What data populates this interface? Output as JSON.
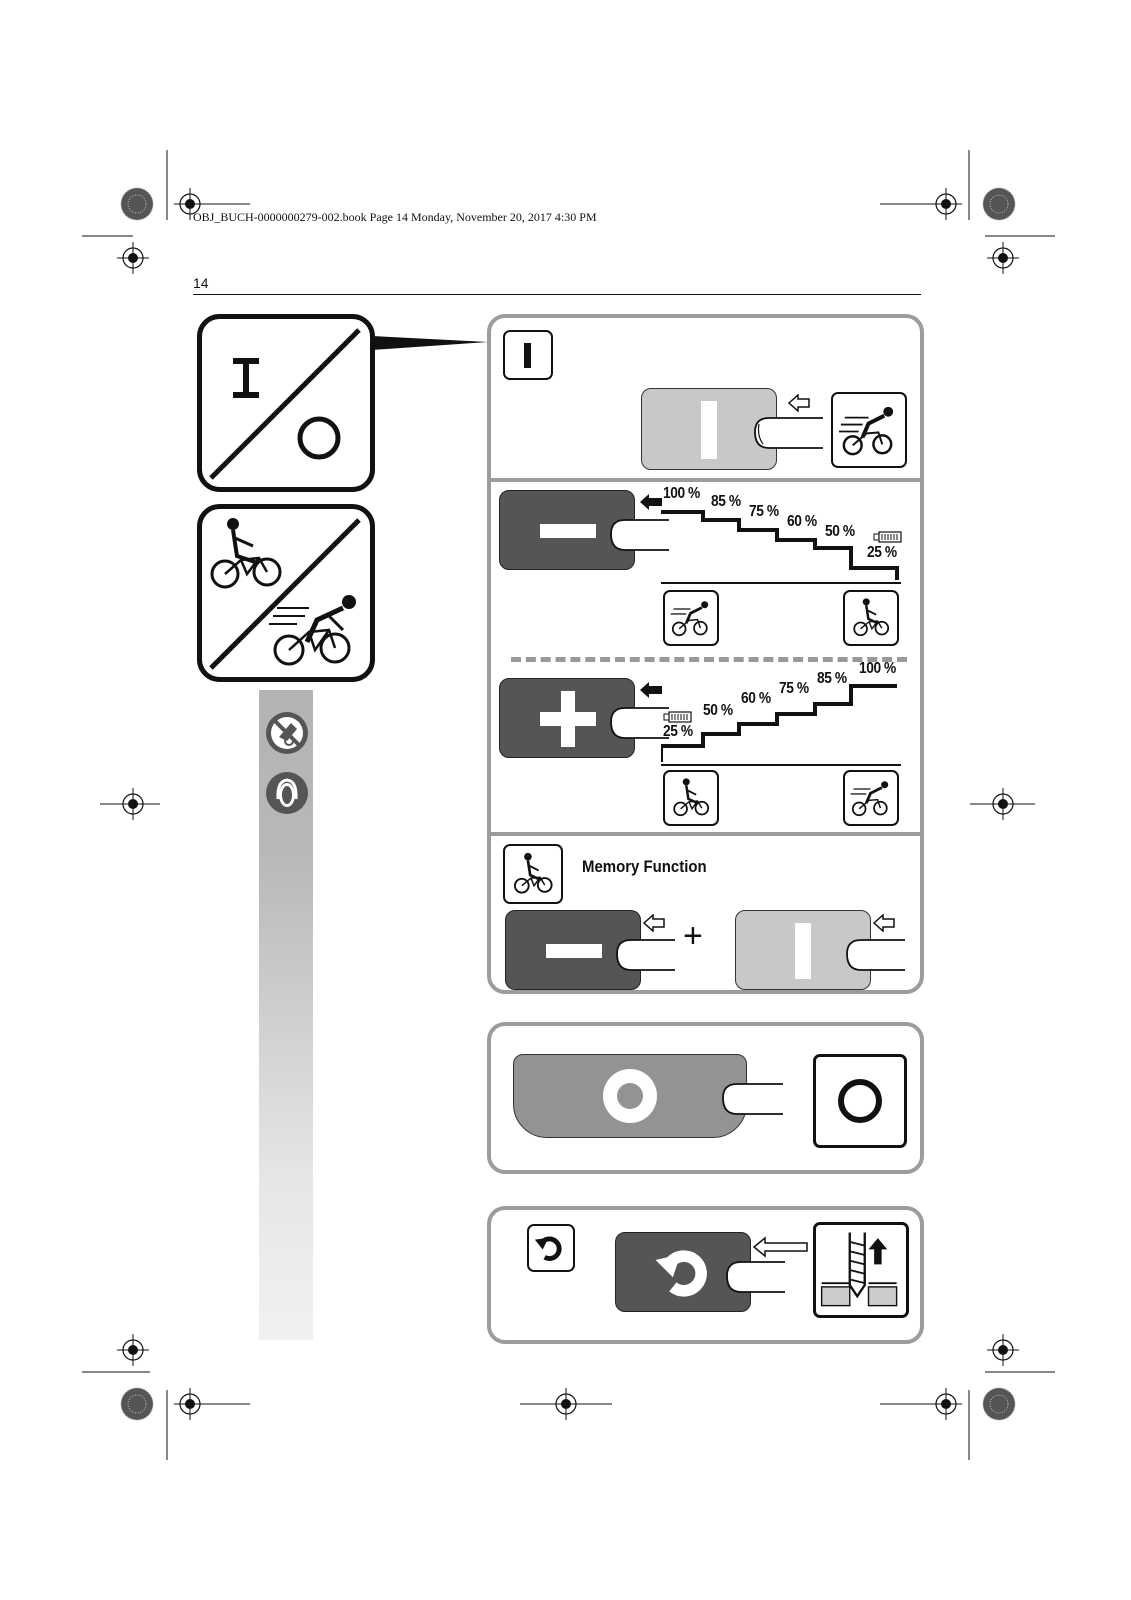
{
  "header": {
    "book_info": "OBJ_BUCH-0000000279-002.book  Page 14  Monday, November 20, 2017  4:30 PM",
    "page_number": "14"
  },
  "assist_down": {
    "levels": [
      "100 %",
      "85 %",
      "75 %",
      "60 %",
      "50 %",
      "25 %"
    ]
  },
  "assist_up": {
    "levels": [
      "25 %",
      "50 %",
      "60 %",
      "75 %",
      "85 %",
      "100 %"
    ]
  },
  "memory": {
    "label": "Memory Function",
    "plus": "+"
  },
  "colors": {
    "panel_border": "#9c9c9c",
    "button_light": "#c8c8c8",
    "button_dark": "#555555",
    "button_mid": "#939393"
  }
}
